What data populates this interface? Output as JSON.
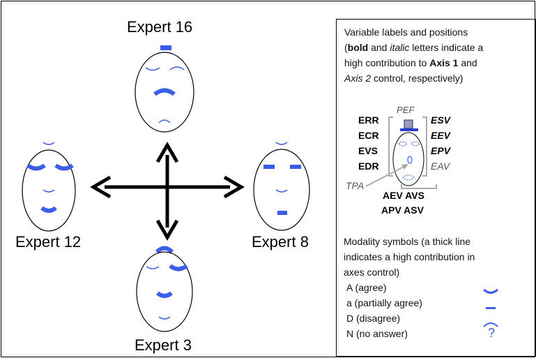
{
  "experts": {
    "top": "Expert 16",
    "left": "Expert 12",
    "right": "Expert 8",
    "bottom": "Expert 3"
  },
  "legend": {
    "title_line1": "Variable labels and positions",
    "title_line2_bold": "bold",
    "title_line2_mid": " and ",
    "title_line2_italic": "italic",
    "title_line2_end": " letters indicate a",
    "title_line3_a": "high contribution  to ",
    "title_line3_bold": "Axis 1",
    "title_line3_b": " and",
    "title_line4_italic": "Axis 2",
    "title_line4_end": " control, respectively)",
    "left_codes": [
      "ERR",
      "ECR",
      "EVS",
      "EDR"
    ],
    "right_codes": [
      "ESV",
      "EEV",
      "EPV",
      "EAV"
    ],
    "top_code": "PEF",
    "side_code": "TPA",
    "bottom_codes_row1": "AEV AVS",
    "bottom_codes_row2": "APV ASV",
    "modality_line1": "Modality symbols (a thick line",
    "modality_line2": "indicates a high contribution  in",
    "modality_line3": "axes control)",
    "modalities": [
      "A (agree)",
      "a (partially agree)",
      "D (disagree)",
      "N (no answer)"
    ],
    "no_answer_symbol": "?"
  },
  "colors": {
    "feature_blue": "#3a5ee8",
    "arrow_black": "#000000",
    "hat_fill": "#9a9ac8"
  }
}
